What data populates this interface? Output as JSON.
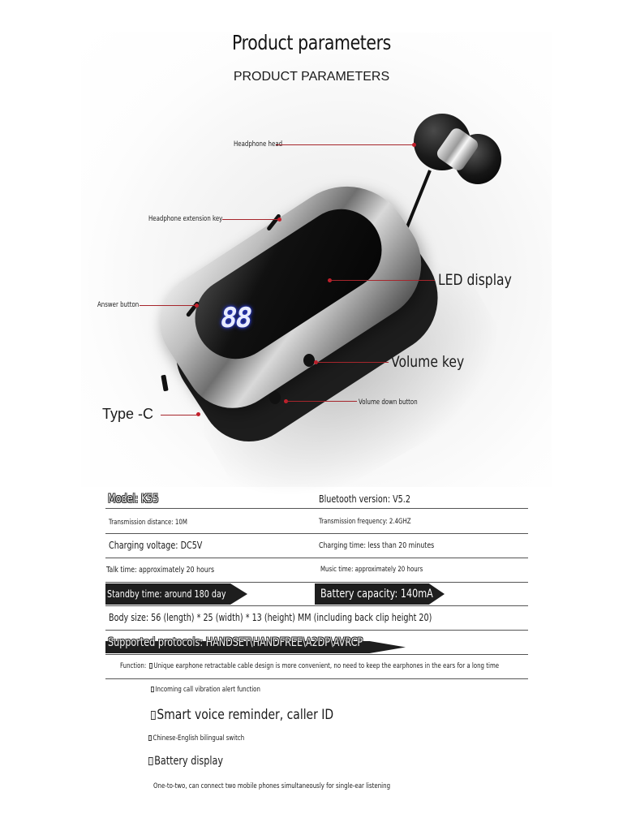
{
  "header": {
    "title": "Product parameters",
    "subtitle": "PRODUCT PARAMETERS"
  },
  "product_image": {
    "led_digits": "88",
    "callouts": {
      "headphone_head": "Headphone head",
      "headphone_extension_key": "Headphone extension key",
      "answer_button": "Answer button",
      "led_display": "LED display",
      "volume_key": "Volume key",
      "volume_down_button": "Volume down button",
      "type_c": "Type -C"
    },
    "colors": {
      "callout_line": "#a6262c",
      "led_glow": "#2c3dd8"
    }
  },
  "specs": {
    "model": "Model: K55",
    "bluetooth_version": "Bluetooth version: V5.2",
    "transmission_distance": "Transmission distance: 10M",
    "transmission_frequency": "Transmission frequency: 2.4GHZ",
    "charging_voltage": "Charging voltage: DC5V",
    "charging_time": "Charging time: less than 20 minutes",
    "talk_time": "Talk time: approximately 20 hours",
    "music_time": "Music time: approximately 20 hours",
    "standby_time": "Standby time: around 180 day",
    "battery_capacity": "Battery capacity: 140mA",
    "body_size": "Body size: 56 (length) * 25 (width) * 13 (height) MM (including back clip height 20)",
    "supported_protocols": "Supported protocols: HANDSET\\HANDFREE\\A2DP\\AVRCP"
  },
  "functions": {
    "label": "Function:",
    "items": [
      "Unique earphone retractable cable design is more convenient, no need to keep the earphones in the ears for a long time",
      "Incoming call vibration alert function",
      "Smart voice reminder, caller ID",
      "Chinese-English bilingual switch",
      "Battery display",
      "One-to-two, can connect two mobile phones simultaneously for single-ear listening"
    ]
  }
}
